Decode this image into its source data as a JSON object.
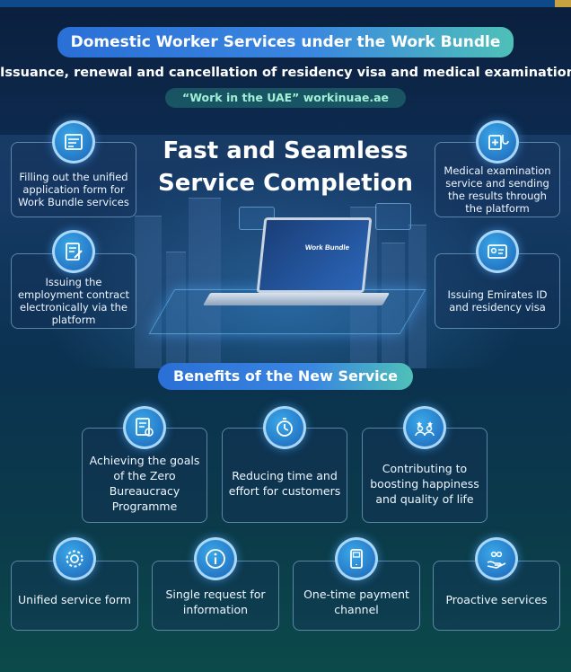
{
  "header": {
    "title": "Domestic Worker Services under the Work Bundle",
    "subtitle": "Issuance, renewal and cancellation of residency visa and medical examination services",
    "website": "“Work in the UAE” workinuae.ae"
  },
  "hero": {
    "line1": "Fast and Seamless",
    "line2": "Service Completion",
    "laptop_label": "Work Bundle"
  },
  "services": [
    {
      "label": "Filling out the unified application form for Work Bundle services",
      "icon": "form-icon"
    },
    {
      "label": "Issuing the employment contract electronically via the platform",
      "icon": "contract-icon"
    },
    {
      "label": "Medical examination service and sending the results through the platform",
      "icon": "medical-icon"
    },
    {
      "label": "Issuing Emirates ID and residency visa",
      "icon": "id-card-icon"
    }
  ],
  "benefits": {
    "title": "Benefits of the New Service",
    "items": [
      {
        "label": "Achieving the goals of the Zero Bureaucracy Programme",
        "icon": "certificate-icon"
      },
      {
        "label": "Reducing time and effort for customers",
        "icon": "stopwatch-icon"
      },
      {
        "label": "Contributing to boosting happiness and quality of life",
        "icon": "people-stars-icon"
      },
      {
        "label": "Unified service form",
        "icon": "gear-icon"
      },
      {
        "label": "Single request for information",
        "icon": "info-icon"
      },
      {
        "label": "One-time payment channel",
        "icon": "payment-icon"
      },
      {
        "label": "Proactive services",
        "icon": "hand-care-icon"
      }
    ]
  },
  "colors": {
    "title_pill_start": "#2a6fd6",
    "title_pill_end": "#4fc0b8",
    "website_text": "#9ff0d6",
    "badge": "#1d64b8"
  }
}
